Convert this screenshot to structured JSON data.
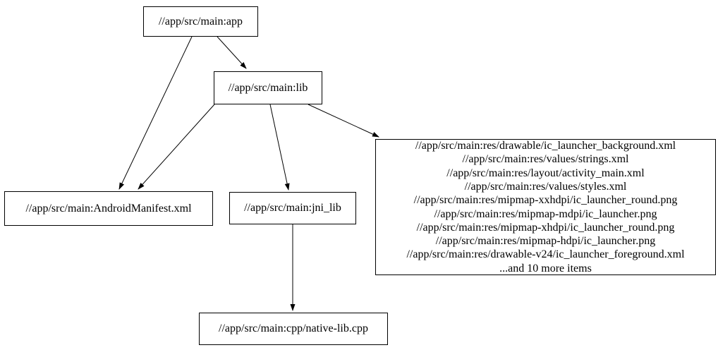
{
  "graph": {
    "type": "dependency-graph",
    "background_color": "#ffffff",
    "node_fill": "#ffffff",
    "node_border_color": "#000000",
    "edge_color": "#000000",
    "nodes": {
      "app": {
        "label": "//app/src/main:app"
      },
      "lib": {
        "label": "//app/src/main:lib"
      },
      "manifest": {
        "label": "//app/src/main:AndroidManifest.xml"
      },
      "jni_lib": {
        "label": "//app/src/main:jni_lib"
      },
      "native_lib": {
        "label": "//app/src/main:cpp/native-lib.cpp"
      },
      "resources": {
        "lines": [
          "//app/src/main:res/drawable/ic_launcher_background.xml",
          "//app/src/main:res/values/strings.xml",
          "//app/src/main:res/layout/activity_main.xml",
          "//app/src/main:res/values/styles.xml",
          "//app/src/main:res/mipmap-xxhdpi/ic_launcher_round.png",
          "//app/src/main:res/mipmap-mdpi/ic_launcher.png",
          "//app/src/main:res/mipmap-xhdpi/ic_launcher_round.png",
          "//app/src/main:res/mipmap-hdpi/ic_launcher.png",
          "//app/src/main:res/drawable-v24/ic_launcher_foreground.xml",
          "...and 10 more items"
        ]
      }
    },
    "edges": [
      {
        "from": "//app/src/main:app",
        "to": "//app/src/main:lib"
      },
      {
        "from": "//app/src/main:app",
        "to": "//app/src/main:AndroidManifest.xml"
      },
      {
        "from": "//app/src/main:lib",
        "to": "//app/src/main:AndroidManifest.xml"
      },
      {
        "from": "//app/src/main:lib",
        "to": "//app/src/main:jni_lib"
      },
      {
        "from": "//app/src/main:lib",
        "to": "//app/src/main:res (resource file group)"
      },
      {
        "from": "//app/src/main:jni_lib",
        "to": "//app/src/main:cpp/native-lib.cpp"
      }
    ]
  }
}
